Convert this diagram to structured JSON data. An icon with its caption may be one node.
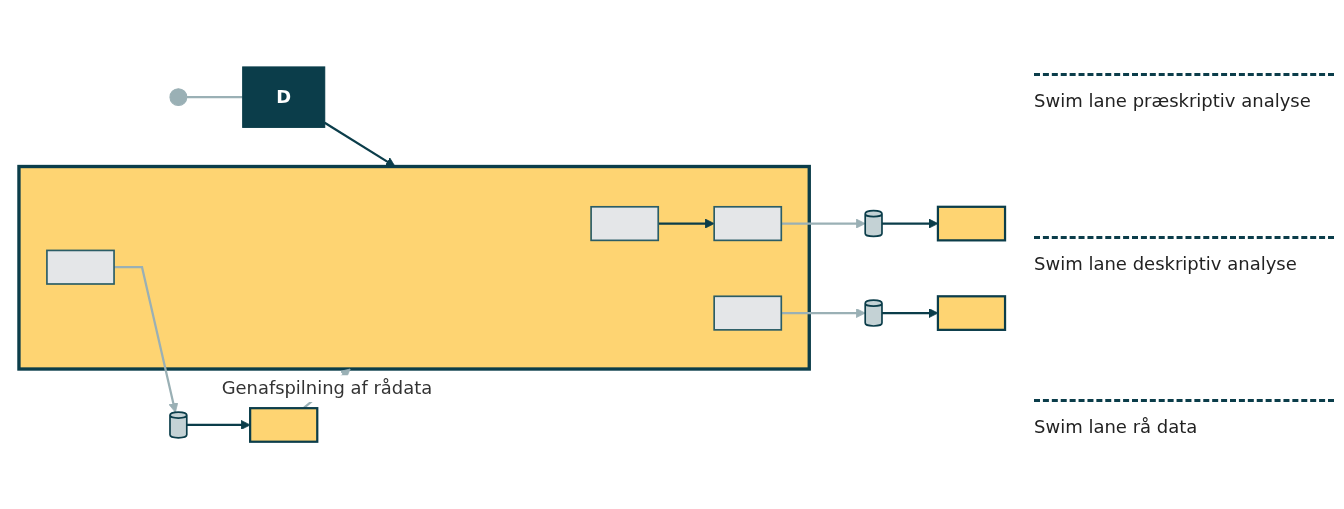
{
  "diagram": {
    "nodes": [
      {
        "text": [],
        "shape": "circle"
      },
      {
        "text": [
          "D"
        ]
      },
      {
        "text": [],
        "shape": "box"
      },
      {
        "text": [],
        "shape": "box",
        "in": 2
      },
      {
        "text": [],
        "shape": "box",
        "in": 2
      },
      {
        "text": [],
        "shape": "box",
        "in": 2
      },
      {
        "text": [],
        "shape": "box",
        "in": 2
      },
      {
        "text": [],
        "shape": "cylinder"
      },
      {
        "text": [],
        "shape": "cylinder"
      },
      {
        "text": [],
        "shape": "cylinder"
      },
      {
        "text": [],
        "shape": "box"
      },
      {
        "text": [],
        "shape": "box"
      },
      {
        "text": [],
        "shape": "box"
      }
    ],
    "edges": [
      {
        "from": 0,
        "to": 1,
        "arrow": "none"
      },
      {
        "from": 1,
        "to": 2,
        "arrow": "to",
        "color": "#0b3d4a"
      },
      {
        "from": 3,
        "to": 5,
        "arrow": "to",
        "color": "#0b3d4a"
      },
      {
        "from": 4,
        "to": 7,
        "arrow": "to"
      },
      {
        "from": 5,
        "to": 8,
        "arrow": "to"
      },
      {
        "from": 6,
        "to": 9,
        "arrow": "to"
      },
      {
        "from": 7,
        "to": 10,
        "arrow": "to",
        "color": "#0b3d4a"
      },
      {
        "from": 8,
        "to": 11,
        "arrow": "to",
        "color": "#0b3d4a"
      },
      {
        "from": 9,
        "to": 12,
        "arrow": "to",
        "color": "#0b3d4a"
      },
      {
        "from": 12,
        "to": 2,
        "arrow": "to",
        "label": "Genafspilning af rådata"
      }
    ],
    "labels": [
      "Swim lane præskriptiv analyse",
      "Swim lane deskriptiv analyse",
      "Swim lane rå data"
    ]
  }
}
